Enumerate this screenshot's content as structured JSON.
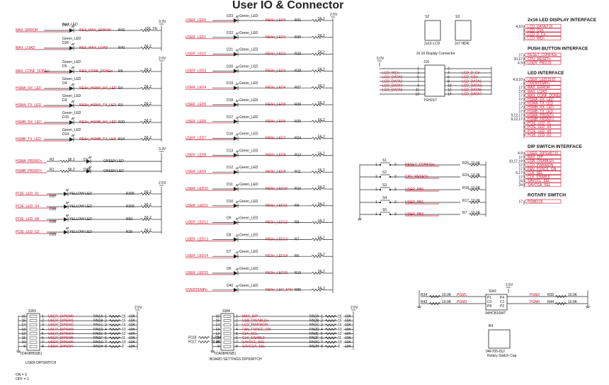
{
  "title": "User IO & Connector",
  "power": {
    "v33": "3.3V",
    "v25": "2.5V",
    "v50": "5.0V"
  },
  "res_value": "56.2",
  "left_leds": [
    {
      "net": "MAX_ERROR",
      "ref": "D27",
      "color": "Red_LED",
      "rnet": "RES_MAX_ERROR",
      "rref": "R42",
      "val": "100_1%"
    },
    {
      "net": "MAX_LOAD",
      "ref": "D26",
      "color": "Green_LED",
      "rnet": "RES_MAX_LOAD",
      "rref": "R40",
      "val": "56.2"
    },
    {
      "net": "MAX_CONF_DONEn",
      "ref": "D5",
      "color": "Green_LED",
      "rnet": "RES_CONF_DONEn",
      "rref": "R5",
      "val": "56.2"
    },
    {
      "net": "HSMA_RX_LED",
      "ref": "D4",
      "color": "Green_LED",
      "rnet": "RESn_HSMA_RX_LED",
      "rref": "R4",
      "val": "56.2"
    },
    {
      "net": "HSMA_TX_LED",
      "ref": "D3",
      "color": "Green_LED",
      "rnet": "RESn_HSMA_TX_LED",
      "rref": "R3",
      "val": "56.2"
    },
    {
      "net": "HSMB_RX_LED",
      "ref": "D15",
      "color": "Green_LED",
      "rnet": "RESn_HSMB_RX_LED",
      "rref": "R20",
      "val": "56.2"
    },
    {
      "net": "HSMB_TX_LED",
      "ref": "D14",
      "color": "Green_LED",
      "rnet": "RESn_HSMB_TX_LED",
      "rref": "R14",
      "val": "56.2"
    }
  ],
  "prsnt": [
    {
      "net": "HSMA_PRSNTn",
      "rref": "R2",
      "val": "56.2",
      "dref": "D1",
      "color": "GREEN LED"
    },
    {
      "net": "HSMB_PRSNTn",
      "rref": "R1",
      "val": "56.2",
      "dref": "D38",
      "color": "GREEN LED"
    }
  ],
  "pcie": [
    {
      "net": "PCIE_LED_X1",
      "dref": "D37",
      "color": "YELLOW LED",
      "rref": "R205",
      "val": "56.2"
    },
    {
      "net": "PCIE_LED_X4",
      "dref": "D36",
      "color": "YELLOW LED",
      "rref": "R206",
      "val": "56.2"
    },
    {
      "net": "PCIE_LED_X8",
      "dref": "D35",
      "color": "YELLOW LED",
      "rref": "R50",
      "val": "56.2"
    },
    {
      "net": "PCIE_LED_G2",
      "dref": "D25",
      "color": "YELLOW LED",
      "rref": "R26",
      "val": "56.2"
    }
  ],
  "user_leds": [
    {
      "net": "USER_LED0",
      "ref": "D23",
      "color": "Green_LED",
      "rnet": "RESn_LED0",
      "rref": "R31",
      "val": "56.2"
    },
    {
      "net": "USER_LED1",
      "ref": "D22",
      "color": "Green_LED",
      "rnet": "RESn_LED1",
      "rref": "R30",
      "val": "56.2"
    },
    {
      "net": "USER_LED2",
      "ref": "D21",
      "color": "Green_LED",
      "rnet": "RESn_LED2",
      "rref": "R29",
      "val": "56.2"
    },
    {
      "net": "USER_LED3",
      "ref": "D20",
      "color": "Green_LED",
      "rnet": "RESn_LED3",
      "rref": "R28",
      "val": "56.2"
    },
    {
      "net": "USER_LED4",
      "ref": "D19",
      "color": "Green_LED",
      "rnet": "RESn_LED4",
      "rref": "R27",
      "val": "56.2"
    },
    {
      "net": "USER_LED5",
      "ref": "D18",
      "color": "Green_LED",
      "rnet": "RESn_LED5",
      "rref": "R26",
      "val": "56.2"
    },
    {
      "net": "USER_LED6",
      "ref": "D17",
      "color": "Green_LED",
      "rnet": "RESn_LED6",
      "rref": "R25",
      "val": "56.2"
    },
    {
      "net": "USER_LED7",
      "ref": "D16",
      "color": "Green_LED",
      "rnet": "RESn_LED7",
      "rref": "R24",
      "val": "56.2"
    },
    {
      "net": "USER_LED8",
      "ref": "D13",
      "color": "Green_LED",
      "rnet": "RESn_LED8",
      "rref": "R12",
      "val": "56.2"
    },
    {
      "net": "USER_LED9",
      "ref": "D12",
      "color": "Green_LED",
      "rnet": "RESn_LED9",
      "rref": "R11",
      "val": "56.2"
    },
    {
      "net": "USER_LED10",
      "ref": "D11",
      "color": "Green_LED",
      "rnet": "RESn_LED10",
      "rref": "R10",
      "val": "56.2"
    },
    {
      "net": "USER_LED11",
      "ref": "D10",
      "color": "Green_LED",
      "rnet": "RESn_LED11",
      "rref": "R9",
      "val": "56.2"
    },
    {
      "net": "USER_LED12",
      "ref": "D9",
      "color": "Green_LED",
      "rnet": "RESn_LED12",
      "rref": "R8",
      "val": "56.2"
    },
    {
      "net": "USER_LED13",
      "ref": "D8",
      "color": "Green_LED",
      "rnet": "RESn_LED13",
      "rref": "R7",
      "val": "56.2"
    },
    {
      "net": "USER_LED14",
      "ref": "D7",
      "color": "Green_LED",
      "rnet": "RESn_LED14",
      "rref": "R6",
      "val": "56.2"
    },
    {
      "net": "USER_LED15",
      "ref": "D6",
      "color": "Green_LED",
      "rnet": "RESn_LED15",
      "rref": "R16",
      "val": "56.2"
    },
    {
      "net": "OVERTEMPn",
      "ref": "D40",
      "color": "Green_LED",
      "rnet": "RESn_LED_FAN",
      "rref": "R86",
      "val": "56.2"
    }
  ],
  "lcd_parts": {
    "s2": "S2",
    "s3": "S3",
    "s2_name": "2x16 LCD",
    "s3_name": "2x7 HDR",
    "caption": "2x 16 Display Connector"
  },
  "j16": {
    "ref": "J16",
    "part": "TSH2X7",
    "left": [
      {
        "net": "",
        "pin": "1"
      },
      {
        "net": "LCD_WEn",
        "pin": "3"
      },
      {
        "net": "LCD_DATA0",
        "pin": "5"
      },
      {
        "net": "LCD_DATA2",
        "pin": "7"
      },
      {
        "net": "LCD_DATA4",
        "pin": "9"
      },
      {
        "net": "LCD_DATA6",
        "pin": "11"
      },
      {
        "net": "",
        "pin": "13"
      }
    ],
    "right": [
      {
        "net": "",
        "pin": "2"
      },
      {
        "net": "LCD_D_Cn",
        "pin": "4"
      },
      {
        "net": "LCD_CSn",
        "pin": "6"
      },
      {
        "net": "LCD_DATA1",
        "pin": "8"
      },
      {
        "net": "LCD_DATA3",
        "pin": "10"
      },
      {
        "net": "LCD_DATA5",
        "pin": "12"
      },
      {
        "net": "LCD_DATA7",
        "pin": "14"
      }
    ]
  },
  "switches": [
    {
      "ref": "S1",
      "net": "RESET_CONFIGn",
      "rref": "R25",
      "val": "10.0K",
      "p1": "1",
      "p2": "2"
    },
    {
      "ref": "S2",
      "net": "CPU_RESETn",
      "rref": "R24",
      "val": "10.0K",
      "p1": "1",
      "p2": "2"
    },
    {
      "ref": "S3",
      "net": "USER_PB0",
      "rref": "R18",
      "val": "10.0K",
      "p1": "1",
      "p2": "2"
    },
    {
      "ref": "S4",
      "net": "USER_PB1",
      "rref": "R17",
      "val": "10.0K",
      "p1": "1",
      "p2": "2"
    },
    {
      "ref": "S5",
      "net": "USER_PB2",
      "rref": "R7",
      "val": "10.0K",
      "p1": "1",
      "p2": "2"
    }
  ],
  "interfaces": [
    {
      "header": "2x16 LED DISPLAY INTERFACE",
      "items": [
        {
          "pin": "4,10",
          "net": "LCD_DATA[7:0]"
        },
        {
          "pin": "",
          "net": "LCD_CSn"
        },
        {
          "pin": "",
          "net": "LCD_D_Cn"
        },
        {
          "pin": "",
          "net": "LCD_WEn"
        }
      ]
    },
    {
      "header": "PUSH BUTTON INTERFACE",
      "items": [
        {
          "pin": "17",
          "net": "RESET_CONFIGn"
        },
        {
          "pin": "10,17",
          "net": "CPU_RESETn"
        },
        {
          "pin": "4,9",
          "net": "USER_PB[2:0]"
        }
      ]
    },
    {
      "header": "LED INTERFACE",
      "items": [
        {
          "pin": "4,9,10",
          "net": "USER_LED[15:0]"
        },
        {
          "pin": "",
          "net": "OVERTEMPn"
        },
        {
          "pin": "17",
          "net": "MAX_ERROR"
        },
        {
          "pin": "17",
          "net": "MAX_LOAD"
        },
        {
          "pin": "17",
          "net": "MAX_CONF_DONEn"
        },
        {
          "pin": "17",
          "net": "HSMA_RX_LED"
        },
        {
          "pin": "17",
          "net": "HSMA_TX_LED"
        },
        {
          "pin": "17",
          "net": "HSMB_RX_LED"
        },
        {
          "pin": "17",
          "net": "HSMB_TX_LED"
        },
        {
          "pin": "9,12,17",
          "net": "HSMA_PRSNTn"
        },
        {
          "pin": "9,12,17",
          "net": "HSMB_PRSNTn"
        },
        {
          "pin": "",
          "net": "PCIE_LED_X1"
        },
        {
          "pin": "",
          "net": "PCIE_LED_X4"
        },
        {
          "pin": "",
          "net": "PCIE_LED_X8"
        },
        {
          "pin": "",
          "net": "PCIE_LED_G2"
        }
      ]
    },
    {
      "header": "DIP SWITCH INTERFACE",
      "items": [
        {
          "pin": "4,9",
          "net": "USER_DIPSW[7:0]"
        },
        {
          "pin": "17",
          "net": "MAX_DIP"
        },
        {
          "pin": "10,17,19",
          "net": "USB_DISABLEn"
        },
        {
          "pin": "17",
          "net": "LCD_PWRMON"
        },
        {
          "pin": "17",
          "net": "FAN_FORCE_ON"
        },
        {
          "pin": "5,17",
          "net": "CLK_SEL"
        },
        {
          "pin": "17",
          "net": "CLK_ENABLE"
        },
        {
          "pin": "24",
          "net": "SAVCCL_SEL"
        },
        {
          "pin": "24",
          "net": "SAVCGA_SEL"
        }
      ]
    },
    {
      "header": "ROTARY SWITCH",
      "items": [
        {
          "pin": "17",
          "net": "PGM[3:0]"
        }
      ]
    }
  ],
  "sw3": {
    "ref": "SW3",
    "part": "TDA08H0SB1",
    "caption": "USER DIPSWITCH",
    "rows": [
      {
        "l": "16",
        "lp": "1",
        "net": "USER_DIPSW0",
        "rn": "RN1A",
        "a": "1",
        "b": "16",
        "val": "10K"
      },
      {
        "l": "15",
        "lp": "2",
        "net": "USER_DIPSW1",
        "rn": "RN1B",
        "a": "2",
        "b": "15",
        "val": "10K"
      },
      {
        "l": "14",
        "lp": "3",
        "net": "USER_DIPSW2",
        "rn": "RN1C",
        "a": "3",
        "b": "14",
        "val": "10K"
      },
      {
        "l": "13",
        "lp": "4",
        "net": "USER_DIPSW3",
        "rn": "RN1D",
        "a": "4",
        "b": "13",
        "val": "10K"
      },
      {
        "l": "12",
        "lp": "5",
        "net": "USER_DIPSW4",
        "rn": "RN1E",
        "a": "5",
        "b": "12",
        "val": "10K"
      },
      {
        "l": "11",
        "lp": "6",
        "net": "USER_DIPSW5",
        "rn": "RN1F",
        "a": "6",
        "b": "11",
        "val": "10K"
      },
      {
        "l": "10",
        "lp": "7",
        "net": "USER_DIPSW6",
        "rn": "RN1G",
        "a": "7",
        "b": "10",
        "val": "10K"
      },
      {
        "l": "9",
        "lp": "8",
        "net": "USER_DIPSW7",
        "rn": "RN1H",
        "a": "8",
        "b": "9",
        "val": "10K"
      }
    ]
  },
  "sw4": {
    "ref": "SW4",
    "part": "TDA08H0SB1",
    "caption": "BOARD SETTINGS DIPSWITCH",
    "rows": [
      {
        "l": "16",
        "lp": "1",
        "net": "MAX_DIP",
        "rn": "RN2A",
        "a": "1",
        "b": "16",
        "val": "10K"
      },
      {
        "l": "15",
        "lp": "2",
        "net": "USB_DISABLEn",
        "rn": "RN2B",
        "a": "2",
        "b": "15",
        "val": "10K"
      },
      {
        "l": "14",
        "lp": "3",
        "net": "LCD_PWRMON",
        "rn": "RN2C",
        "a": "3",
        "b": "14",
        "val": "10K"
      },
      {
        "l": "13",
        "lp": "4",
        "net": "FAN_FORCE_ON",
        "rn": "RN2D",
        "a": "4",
        "b": "13",
        "val": "10K"
      },
      {
        "l": "12",
        "lp": "5",
        "net": "CLK_SEL",
        "rn": "RN2E",
        "a": "5",
        "b": "12",
        "val": "10K"
      },
      {
        "l": "11",
        "lp": "6",
        "net": "CLK_ENABLE",
        "rn": "RN2F",
        "a": "6",
        "b": "11",
        "val": "10K"
      },
      {
        "l": "10",
        "lp": "7",
        "net": "SAVCCL_SEL",
        "rn": "RN2G",
        "a": "7",
        "b": "10",
        "val": "10K"
      },
      {
        "l": "9",
        "lp": "8",
        "net": "SAVCGA_SEL",
        "rn": "RN2H",
        "a": "8",
        "b": "9",
        "val": "10K"
      }
    ],
    "extra": [
      {
        "ref": "R118",
        "val": "2.37M"
      },
      {
        "ref": "R117",
        "val": "32.4K"
      }
    ]
  },
  "sw2": {
    "ref": "SW2",
    "part": "94HCB16WT",
    "pins_l": [
      "P1",
      "C2",
      "P8"
    ],
    "pins_r": [
      "P4",
      "C1",
      "P2"
    ],
    "left": [
      {
        "rref": "R34",
        "val": "10.0K",
        "net": "PGM1"
      },
      {
        "rref": "R43",
        "val": "10.0K",
        "net": "PGM3"
      }
    ],
    "right": [
      {
        "rref": "R35",
        "val": "10.0K",
        "net": "PGM2"
      },
      {
        "rref": "R44",
        "val": "10.0K",
        "net": "PGM0"
      }
    ]
  },
  "cap": {
    "ref": "B4",
    "part": "94F705-012",
    "caption": "Rotary Switch Cap"
  },
  "notes": [
    "ON = 0",
    "OFF = 1"
  ]
}
